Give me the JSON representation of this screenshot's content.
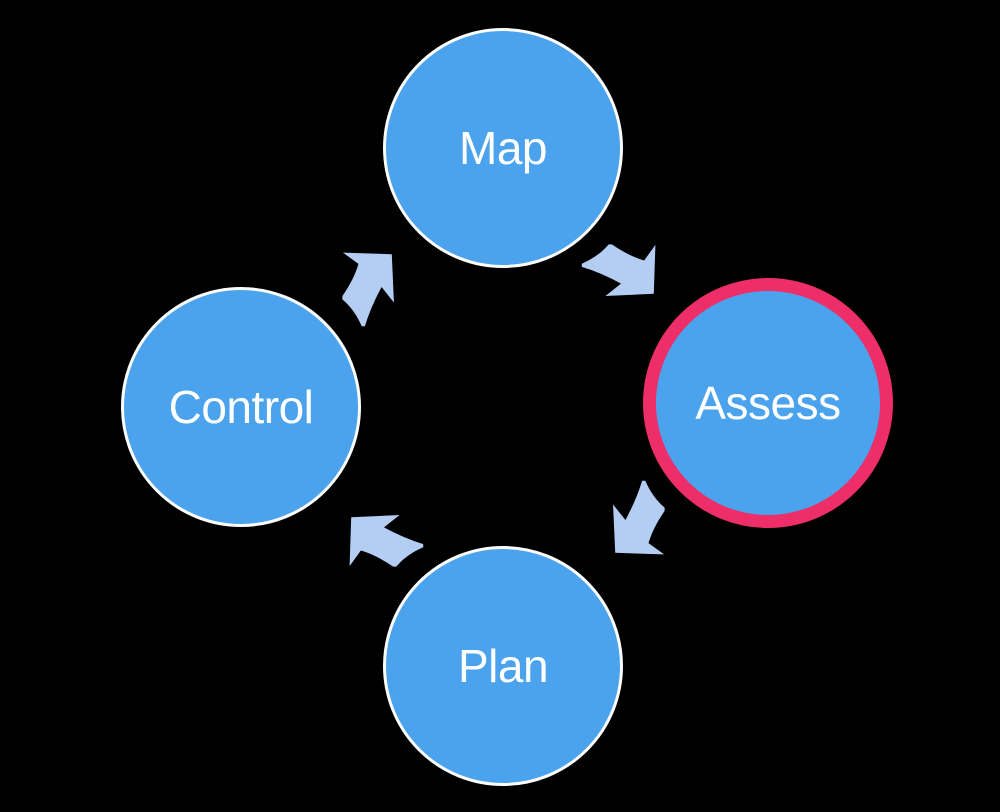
{
  "diagram": {
    "type": "cycle",
    "background_color": "#000000",
    "colors": {
      "node_fill": "#4aa3ec",
      "node_border": "#fcfcfc",
      "arrow_fill": "#b4cef3",
      "highlight_ring": "#ed2e68",
      "label_text": "#ffffff"
    },
    "nodes": [
      {
        "id": "map",
        "label": "Map",
        "position": "top",
        "highlighted": false
      },
      {
        "id": "assess",
        "label": "Assess",
        "position": "right",
        "highlighted": true
      },
      {
        "id": "plan",
        "label": "Plan",
        "position": "bottom",
        "highlighted": false
      },
      {
        "id": "control",
        "label": "Control",
        "position": "left",
        "highlighted": false
      }
    ],
    "arrows": [
      {
        "from": "Map",
        "to": "Assess"
      },
      {
        "from": "Assess",
        "to": "Plan"
      },
      {
        "from": "Plan",
        "to": "Control"
      },
      {
        "from": "Control",
        "to": "Map"
      }
    ]
  }
}
